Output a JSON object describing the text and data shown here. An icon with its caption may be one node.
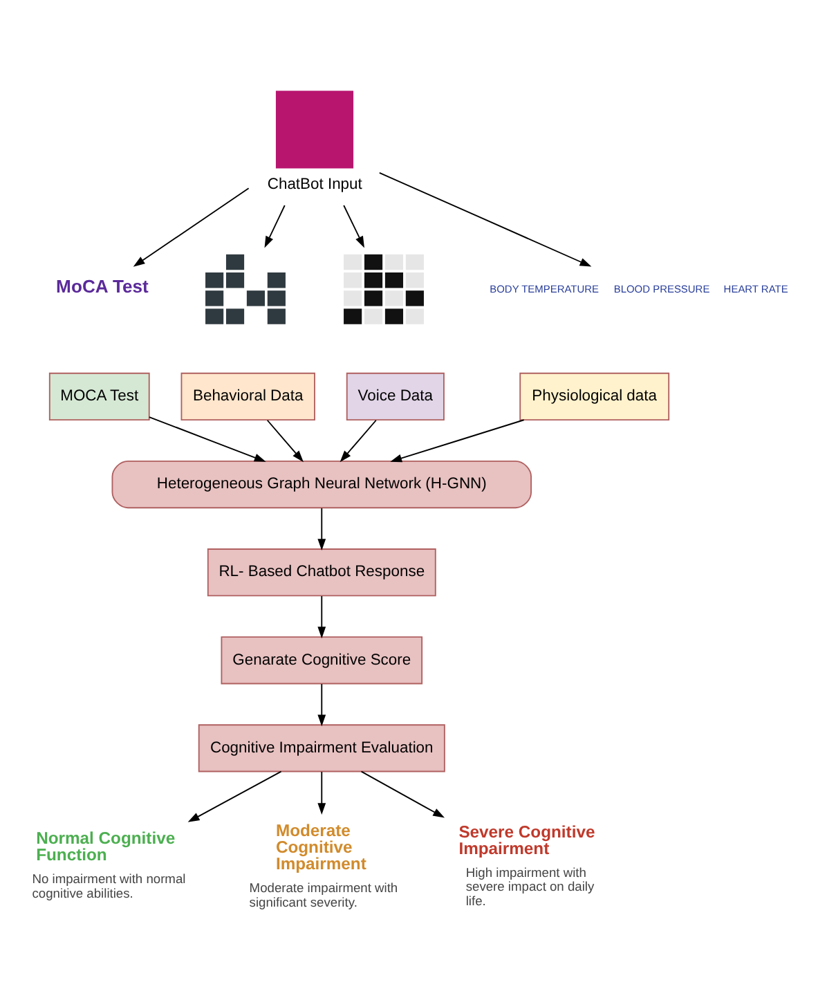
{
  "diagram": {
    "nodes": [
      {
        "text": [
          "ChatBot Input"
        ]
      },
      {
        "text": [
          "MoCA Test"
        ]
      },
      {
        "text": [],
        "shape": "picture"
      },
      {
        "text": [],
        "shape": "picture"
      },
      {
        "text": [
          "BODY TEMPERATURE",
          "BLOOD PRESSURE",
          "HEART RATE"
        ]
      },
      {
        "text": [
          "MOCA Test"
        ]
      },
      {
        "text": [
          "Behavioral Data"
        ]
      },
      {
        "text": [
          "Voice Data"
        ]
      },
      {
        "text": [
          "Physiological data"
        ]
      },
      {
        "text": [
          "Heterogeneous Graph Neural Network (H-GNN)"
        ]
      },
      {
        "text": [
          "RL- Based Chatbot Response"
        ]
      },
      {
        "text": [
          "Genarate Cognitive Score"
        ]
      },
      {
        "text": [
          "Cognitive Impairment Evaluation"
        ]
      },
      {
        "text": [
          "Normal Cognitive Function",
          "No impairment with normal cognitive abilities."
        ]
      },
      {
        "text": [
          "Moderate Cognitive Impairment",
          "Moderate impairment with significant severity."
        ]
      },
      {
        "text": [
          "Severe Cognitive Impairment",
          "High impairment with severe impact on daily life."
        ]
      }
    ],
    "edges": [
      {
        "from": 0,
        "to": 1,
        "arrow": "to"
      },
      {
        "from": 0,
        "to": 2,
        "arrow": "to"
      },
      {
        "from": 0,
        "to": 3,
        "arrow": "to"
      },
      {
        "from": 0,
        "to": 4,
        "arrow": "to"
      },
      {
        "from": 5,
        "to": 9,
        "arrow": "to"
      },
      {
        "from": 6,
        "to": 9,
        "arrow": "to"
      },
      {
        "from": 7,
        "to": 9,
        "arrow": "to"
      },
      {
        "from": 8,
        "to": 9,
        "arrow": "to"
      },
      {
        "from": 9,
        "to": 10,
        "arrow": "to"
      },
      {
        "from": 10,
        "to": 11,
        "arrow": "to"
      },
      {
        "from": 11,
        "to": 12,
        "arrow": "to"
      },
      {
        "from": 12,
        "to": 13,
        "arrow": "to"
      },
      {
        "from": 12,
        "to": 14,
        "arrow": "to"
      },
      {
        "from": 12,
        "to": 15,
        "arrow": "to"
      }
    ]
  }
}
